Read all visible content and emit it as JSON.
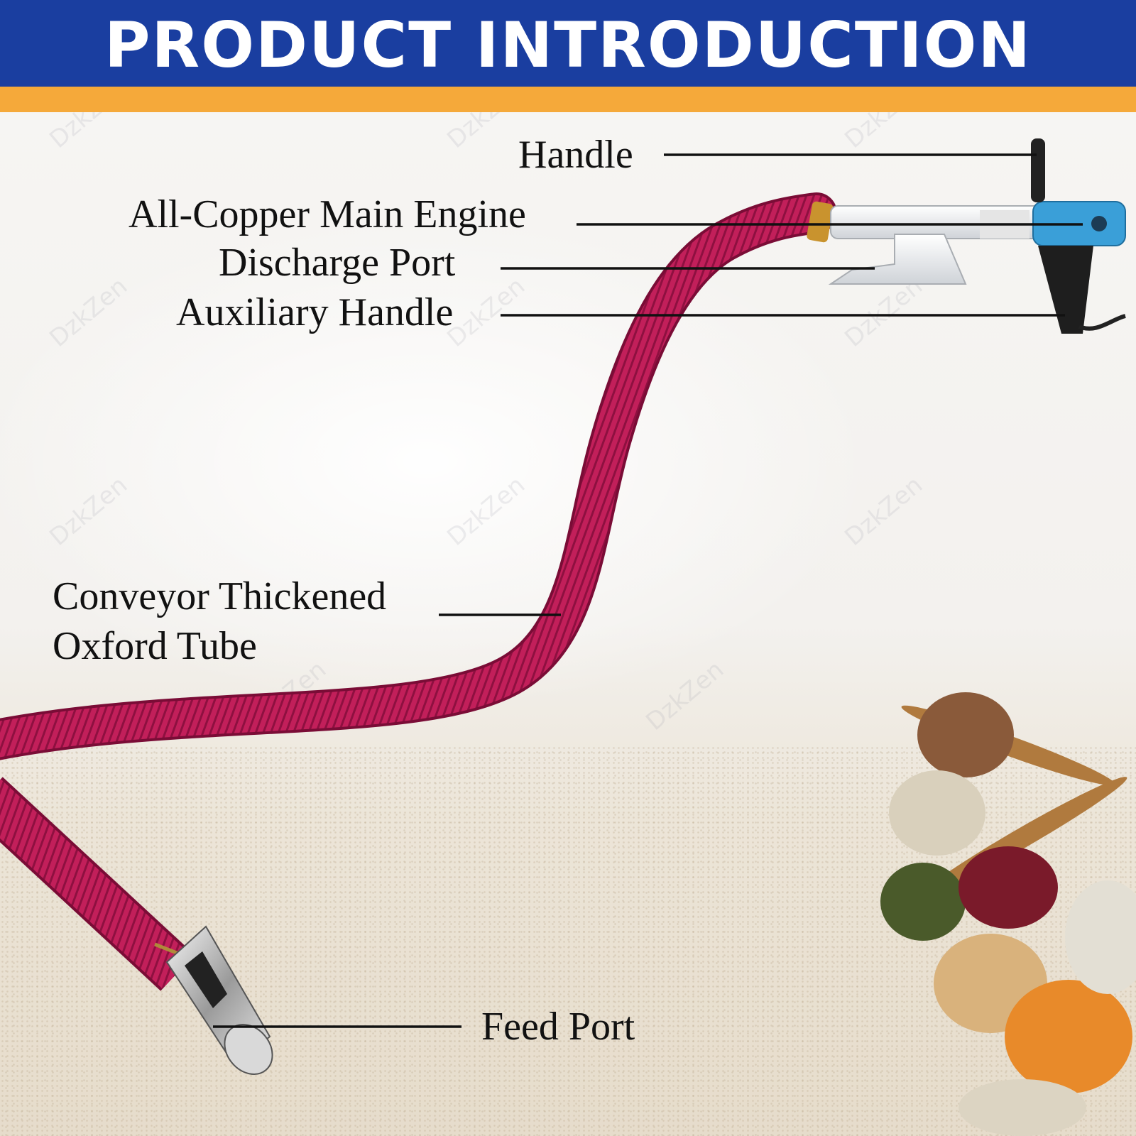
{
  "header": {
    "title": "PRODUCT INTRODUCTION",
    "bg_color": "#1a3ea0",
    "stripe_color": "#f5a93a"
  },
  "watermark": "DzkZen",
  "labels": {
    "handle": "Handle",
    "main_engine": "All-Copper Main Engine",
    "discharge_port": "Discharge Port",
    "auxiliary_handle": "Auxiliary Handle",
    "tube_line1": "Conveyor Thickened",
    "tube_line2": "Oxford Tube",
    "feed_port": "Feed Port"
  },
  "colors": {
    "tube": "#c21f5a",
    "motor": "#3a9fd8",
    "leader_line": "#111111"
  }
}
